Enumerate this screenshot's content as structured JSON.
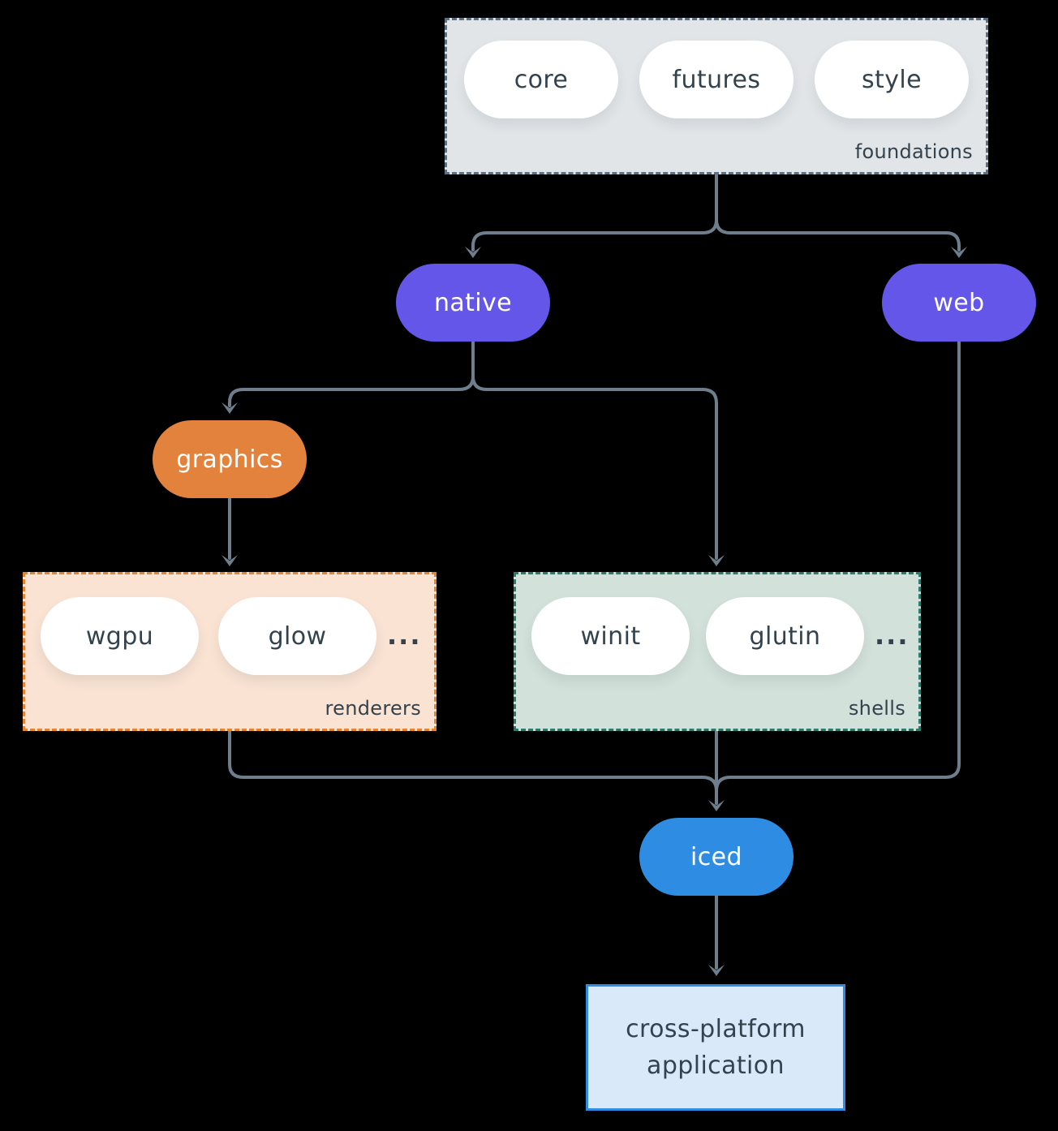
{
  "diagram": {
    "groups": {
      "foundations": {
        "label": "foundations",
        "pills": [
          "core",
          "futures",
          "style"
        ]
      },
      "renderers": {
        "label": "renderers",
        "pills": [
          "wgpu",
          "glow"
        ],
        "ellipsis": "..."
      },
      "shells": {
        "label": "shells",
        "pills": [
          "winit",
          "glutin"
        ],
        "ellipsis": "..."
      }
    },
    "nodes": {
      "native": "native",
      "web": "web",
      "graphics": "graphics",
      "iced": "iced",
      "application": {
        "line1": "cross-platform",
        "line2": "application"
      }
    },
    "colors": {
      "background": "#000000",
      "arrow": "#6f7e8c",
      "text_dark": "#33434e",
      "pill_fill": "#ffffff",
      "purple": "#6456e8",
      "orange": "#e3823d",
      "blue": "#2e8de2",
      "foundations_fill": "#e1e5e8",
      "foundations_border": "#5f7181",
      "renderers_fill": "#fae3d3",
      "renderers_border": "#e9832d",
      "shells_fill": "#d2e1da",
      "shells_border": "#2b7c6b",
      "application_fill": "#d9e9f9",
      "application_border": "#2e8de2"
    }
  }
}
